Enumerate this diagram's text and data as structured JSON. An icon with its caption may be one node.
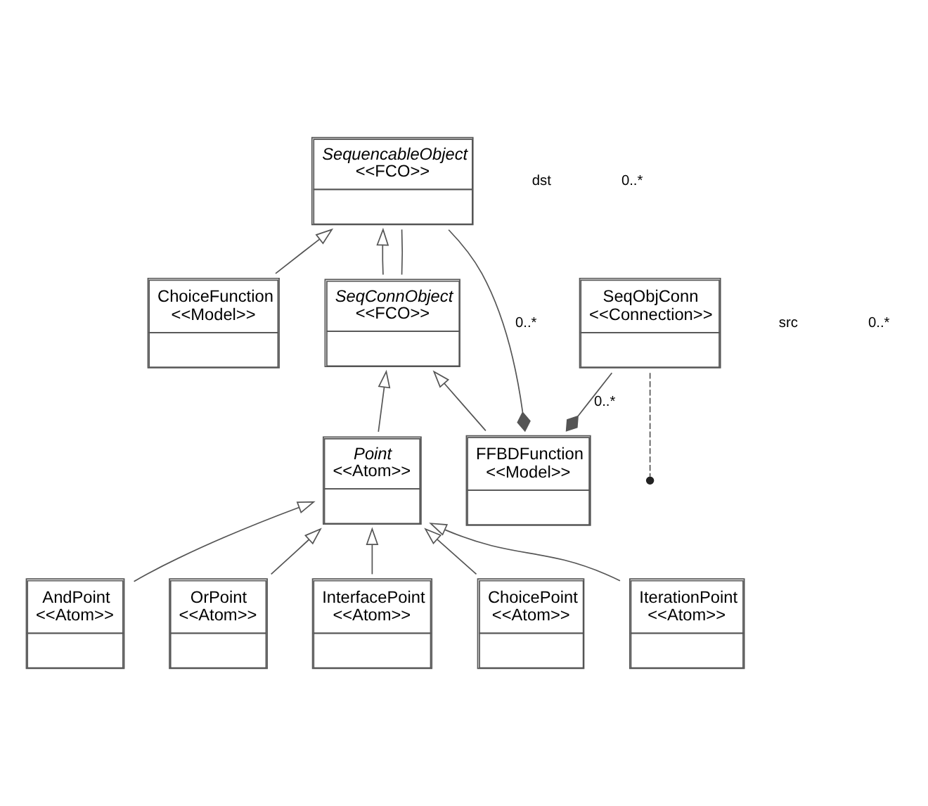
{
  "diagram": {
    "nodes": [
      {
        "text": [
          "SequencableObject",
          "<<FCO>>"
        ]
      },
      {
        "text": [
          "SeqObjConn",
          "<<Connection>>"
        ]
      },
      {
        "text": [
          "ChoiceFunction",
          "<<Model>>"
        ]
      },
      {
        "text": [
          "SeqConnObject",
          "<<FCO>>"
        ]
      },
      {
        "text": [
          "FFBDFunction",
          "<<Model>>"
        ]
      },
      {
        "text": [
          "Point",
          "<<Atom>>"
        ]
      },
      {
        "text": [
          "AndPoint",
          "<<Atom>>"
        ]
      },
      {
        "text": [
          "OrPoint",
          "<<Atom>>"
        ]
      },
      {
        "text": [
          "InterfacePoint",
          "<<Atom>>"
        ]
      },
      {
        "text": [
          "ChoicePoint",
          "<<Atom>>"
        ]
      },
      {
        "text": [
          "IterationPoint",
          "<<Atom>>"
        ]
      }
    ],
    "edges": [
      {
        "from": 2,
        "to": 0,
        "arrow": "to"
      },
      {
        "from": 3,
        "to": 0,
        "arrow": "to"
      },
      {
        "from": 3,
        "to": 0,
        "arrow": "none"
      },
      {
        "from": 1,
        "to": null,
        "arrow": "none",
        "style": "dashed"
      },
      {
        "from": 4,
        "to": 3,
        "arrow": "to"
      },
      {
        "from": 5,
        "to": 3,
        "arrow": "to"
      },
      {
        "from": 4,
        "to": 0,
        "arrow": "other",
        "label": "0..*"
      },
      {
        "from": 4,
        "to": 1,
        "arrow": "other",
        "label": "0..*"
      },
      {
        "from": 6,
        "to": 5,
        "arrow": "to"
      },
      {
        "from": 7,
        "to": 5,
        "arrow": "to"
      },
      {
        "from": 8,
        "to": 5,
        "arrow": "to"
      },
      {
        "from": 9,
        "to": 5,
        "arrow": "to"
      },
      {
        "from": 10,
        "to": 5,
        "arrow": "to"
      }
    ],
    "labels": [
      "dst",
      "0..*",
      "src",
      "0..*"
    ]
  }
}
